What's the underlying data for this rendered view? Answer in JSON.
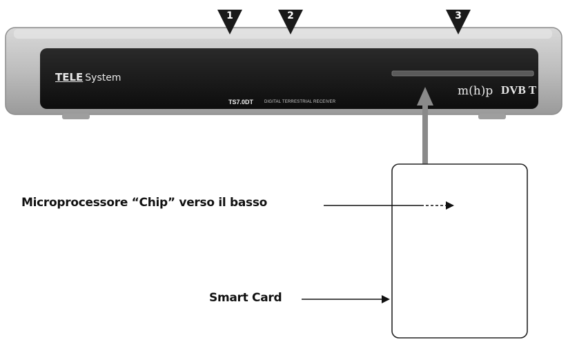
{
  "device": {
    "brand_part1": "TELE",
    "brand_part2": "System",
    "model": "TS7.0DT",
    "model_desc": "DIGITAL TERRESTRIAL RECEIVER",
    "logo_mhp": "m(h)p",
    "logo_dvb": "DVB T"
  },
  "markers": [
    {
      "label": "1"
    },
    {
      "label": "2"
    },
    {
      "label": "3"
    }
  ],
  "labels": {
    "chip": "Microprocessore “Chip” verso il basso",
    "smart_card": "Smart Card"
  },
  "colors": {
    "device_body": "#bfbfbf",
    "front_panel": "#1a1a1a",
    "marker_fill": "#1a1a1a",
    "insert_arrow": "#8a8a8a",
    "text": "#111111"
  }
}
